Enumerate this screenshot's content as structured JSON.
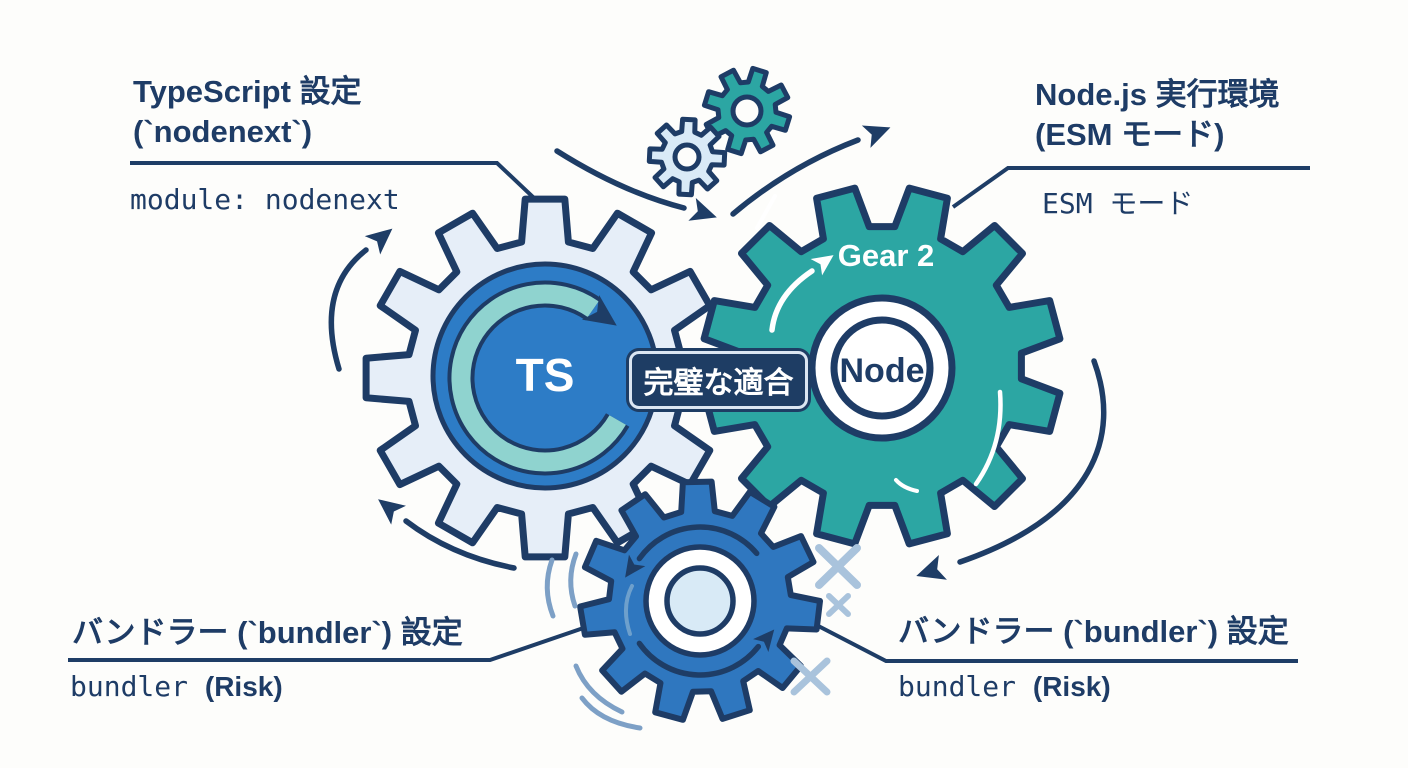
{
  "diagram": {
    "background": "#fdfdfb",
    "colors": {
      "navy": "#1e3c66",
      "blue_gear": "#2f77bf",
      "blue_hub": "#2d7cc6",
      "teal_gear": "#2ca6a3",
      "light_gear": "#e6eef8",
      "pale_teal_arrow": "#8fd3cf",
      "steel_accent": "#7da0c6",
      "x_mark": "#a9c3dc",
      "badge_bg": "#1e3d64"
    },
    "labels": {
      "top_left": {
        "title_line1": "TypeScript 設定",
        "title_line2": "(`nodenext`)",
        "subtitle": "module: nodenext"
      },
      "top_right": {
        "title_line1": "Node.js 実行環境",
        "title_line2": "(ESM モード)",
        "subtitle": "ESM モード"
      },
      "bottom_left": {
        "title": "バンドラー (`bundler`) 設定",
        "subtitle_code": "bundler",
        "subtitle_note": "(Risk)"
      },
      "bottom_right": {
        "title": "バンドラー (`bundler`) 設定",
        "subtitle_code": "bundler",
        "subtitle_note": "(Risk)"
      },
      "center_badge": "完璧な適合",
      "gear_ts": "TS",
      "gear_node": "Node",
      "gear2_caption": "Gear 2"
    }
  }
}
